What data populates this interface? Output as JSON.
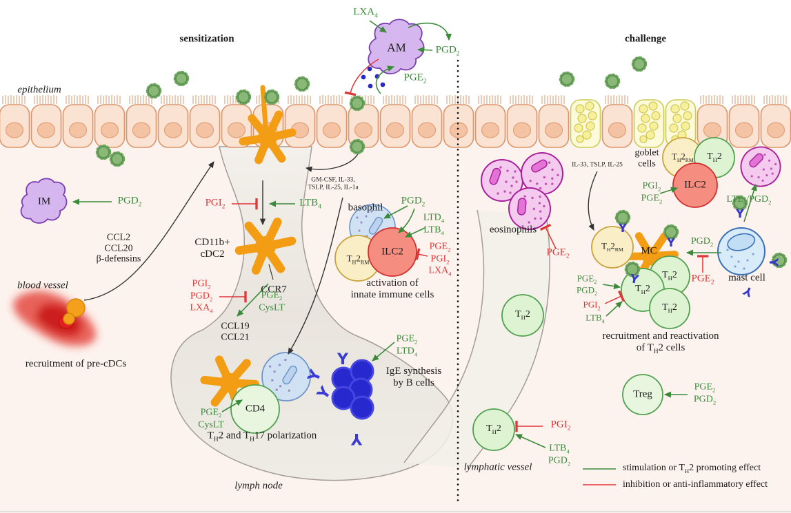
{
  "phases": {
    "sensitization": "sensitization",
    "challenge": "challenge"
  },
  "anatomy": {
    "epithelium": "epithelium",
    "blood_vessel": "blood vessel",
    "lymph_node": "lymph node",
    "lymphatic_vessel": "lymphatic vessel",
    "goblet_cells": "goblet\ncells"
  },
  "cells": {
    "am": "AM",
    "im": "IM",
    "cdc2": "CD11b+\ncDC2",
    "ccr7": "CCR7",
    "basophil": "basophil",
    "th2rm": "T~H~2~RM~",
    "ilc2": "ILC2",
    "cd4": "CD4",
    "th2": "T~H~2",
    "mc": "MC",
    "treg": "Treg",
    "mast_cell": "mast cell",
    "eosinophils": "eosinophils"
  },
  "cytokines": {
    "ccl_chemokines": "CCL2\nCCL20\nβ-defensins",
    "ccl19_ccl21": "CCL19\nCCL21",
    "alarmins_sens": "GM-CSF, IL-33,\nTSLP, IL-25, IL-1a",
    "alarmins_chal": "IL-33, TSLP, IL-25"
  },
  "processes": {
    "recruitment_precdc": "recruitment of pre-cDCs",
    "activation_innate": "activation of\ninnate immune cells",
    "polarization": "T~H~2 and T~H~17 polarization",
    "ige_synthesis": "IgE synthesis\nby B cells",
    "recruitment_th2": "recruitment and reactivation\nof T~H~2 cells"
  },
  "mediators": {
    "lxa4_am": "LXA~4~",
    "pgd2_am": "PGD~2~",
    "pge2_am": "PGE~2~",
    "pgd2_im": "PGD~2~",
    "pgi2_dc": "PGI~2~",
    "ltb4_dc": "LTB~4~",
    "pgi2_pgd2_lxa4_dc": "PGI~2~\nPGD~2~\nLXA~4~",
    "pge2_cyslt_dc": "PGE~2~\nCysLT",
    "pgd2_basophil": "PGD~2~",
    "ltd4_ltb4_ilc2": "LTD~4~\nLTB~4~",
    "pge2_pgi2_lxa4_ilc2": "PGE~2~\nPGI~2~\nLXA~4~",
    "pge2_cyslt_cd4": "PGE~2~\nCysLT",
    "pge2_ltd4_bcells": "PGE~2~\nLTD~4~",
    "pgi2_pge2_ilc2": "PGI~2~\nPGE~2~",
    "lte4_pgd2_eos": "LTE~4~/PGD~2~",
    "pge2_eos": "PGE~2~",
    "pgd2_mast_mc": "PGD~2~",
    "pge2_mast_mc": "PGE~2~",
    "pge2_pgd2_th2": "PGE~2~\nPGD~2~",
    "pgi2_th2": "PGI~2~",
    "ltb4_th2": "LTB~4~",
    "pge2_pgd2_treg": "PGE~2~\nPGD~2~",
    "pgi2_th2_lv": "PGI~2~",
    "ltb4_pgd2_th2_lv": "LTB~4~\nPGD~2~"
  },
  "legend": {
    "stimulation": "stimulation or T~H~2 promoting effect",
    "inhibition": "inhibition or anti-inflammatory effect",
    "stimulation_color": "#3a8a3a",
    "inhibition_color": "#e03535"
  }
}
